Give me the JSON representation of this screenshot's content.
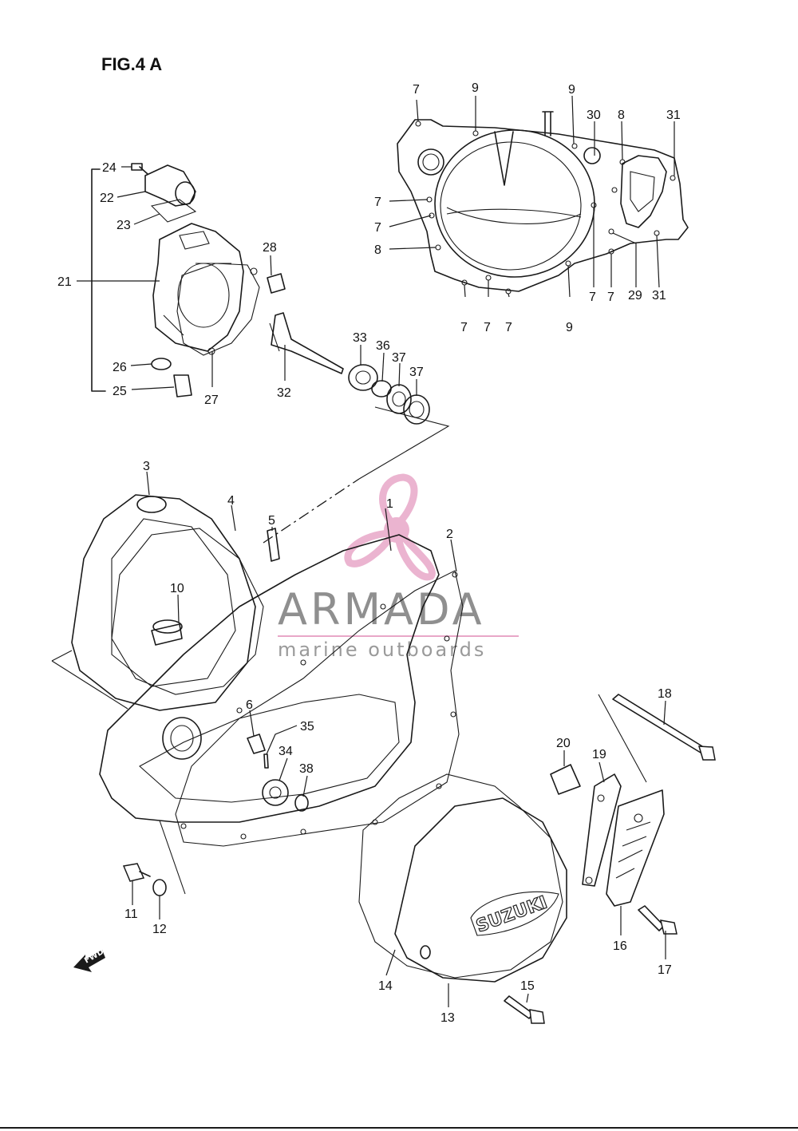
{
  "figure": {
    "title": "FIG.4 A"
  },
  "watermark": {
    "name": "ARMADA",
    "subtitle": "marine outboards",
    "accent_color": "#e8a7c8",
    "icon": "propeller-icon"
  },
  "cover_brand": "SUZUKI",
  "forward_arrow": {
    "label": "FWD",
    "icon": "forward-arrow-icon"
  },
  "callouts": [
    {
      "id": "1",
      "text": "1"
    },
    {
      "id": "2",
      "text": "2"
    },
    {
      "id": "3",
      "text": "3"
    },
    {
      "id": "4",
      "text": "4"
    },
    {
      "id": "5",
      "text": "5"
    },
    {
      "id": "6",
      "text": "6"
    },
    {
      "id": "7",
      "text": "7"
    },
    {
      "id": "8",
      "text": "8"
    },
    {
      "id": "9",
      "text": "9"
    },
    {
      "id": "10",
      "text": "10"
    },
    {
      "id": "11",
      "text": "11"
    },
    {
      "id": "12",
      "text": "12"
    },
    {
      "id": "13",
      "text": "13"
    },
    {
      "id": "14",
      "text": "14"
    },
    {
      "id": "15",
      "text": "15"
    },
    {
      "id": "16",
      "text": "16"
    },
    {
      "id": "17",
      "text": "17"
    },
    {
      "id": "18",
      "text": "18"
    },
    {
      "id": "19",
      "text": "19"
    },
    {
      "id": "20",
      "text": "20"
    },
    {
      "id": "21",
      "text": "21"
    },
    {
      "id": "22",
      "text": "22"
    },
    {
      "id": "23",
      "text": "23"
    },
    {
      "id": "24",
      "text": "24"
    },
    {
      "id": "25",
      "text": "25"
    },
    {
      "id": "26",
      "text": "26"
    },
    {
      "id": "27",
      "text": "27"
    },
    {
      "id": "28",
      "text": "28"
    },
    {
      "id": "29",
      "text": "29"
    },
    {
      "id": "30",
      "text": "30"
    },
    {
      "id": "31",
      "text": "31"
    },
    {
      "id": "32",
      "text": "32"
    },
    {
      "id": "33",
      "text": "33"
    },
    {
      "id": "34",
      "text": "34"
    },
    {
      "id": "35",
      "text": "35"
    },
    {
      "id": "36",
      "text": "36"
    },
    {
      "id": "37",
      "text": "37"
    },
    {
      "id": "38",
      "text": "38"
    }
  ]
}
